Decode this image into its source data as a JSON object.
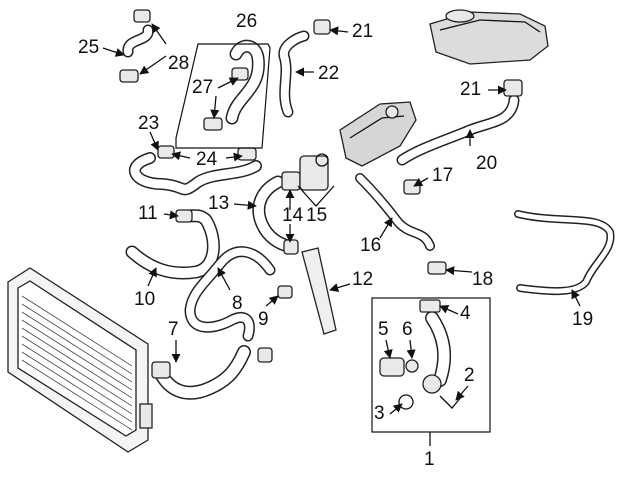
{
  "diagram": {
    "colors": {
      "line": "#222222",
      "background": "#ffffff",
      "part_fill": "#e9e9e9"
    },
    "callouts": [
      {
        "id": "c1",
        "label": "1"
      },
      {
        "id": "c2",
        "label": "2"
      },
      {
        "id": "c3",
        "label": "3"
      },
      {
        "id": "c4",
        "label": "4"
      },
      {
        "id": "c5",
        "label": "5"
      },
      {
        "id": "c6",
        "label": "6"
      },
      {
        "id": "c7",
        "label": "7"
      },
      {
        "id": "c8",
        "label": "8"
      },
      {
        "id": "c9",
        "label": "9"
      },
      {
        "id": "c10",
        "label": "10"
      },
      {
        "id": "c11",
        "label": "11"
      },
      {
        "id": "c12",
        "label": "12"
      },
      {
        "id": "c13",
        "label": "13"
      },
      {
        "id": "c14",
        "label": "14"
      },
      {
        "id": "c15",
        "label": "15"
      },
      {
        "id": "c16",
        "label": "16"
      },
      {
        "id": "c17",
        "label": "17"
      },
      {
        "id": "c18",
        "label": "18"
      },
      {
        "id": "c19",
        "label": "19"
      },
      {
        "id": "c20",
        "label": "20"
      },
      {
        "id": "c21a",
        "label": "21"
      },
      {
        "id": "c21b",
        "label": "21"
      },
      {
        "id": "c22",
        "label": "22"
      },
      {
        "id": "c23",
        "label": "23"
      },
      {
        "id": "c24",
        "label": "24"
      },
      {
        "id": "c25",
        "label": "25"
      },
      {
        "id": "c26",
        "label": "26"
      },
      {
        "id": "c27",
        "label": "27"
      },
      {
        "id": "c28",
        "label": "28"
      }
    ]
  }
}
